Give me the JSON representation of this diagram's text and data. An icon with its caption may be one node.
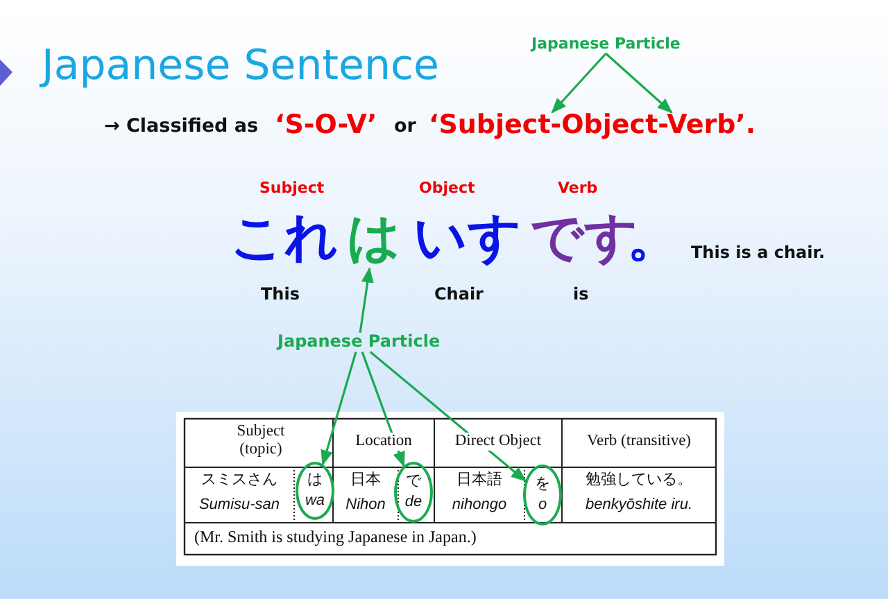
{
  "diagram": {
    "title": "Japanese Sentence",
    "nodes": [
      {
        "text": [
          "Japanese Particle"
        ]
      },
      {
        "text": [
          "‘Subject-Object-Verb’."
        ]
      },
      {
        "text": [
          "は"
        ]
      },
      {
        "text": [
          "Japanese Particle"
        ]
      },
      {
        "text": [
          "は",
          "wa"
        ]
      },
      {
        "text": [
          "で",
          "de"
        ]
      },
      {
        "text": [
          "を",
          "o"
        ]
      }
    ],
    "edges": [
      {
        "from": 0,
        "to": 1,
        "arrow": "to"
      },
      {
        "from": 0,
        "to": 1,
        "arrow": "to"
      },
      {
        "from": 3,
        "to": 2,
        "arrow": "to"
      },
      {
        "from": 3,
        "to": 4,
        "arrow": "to"
      },
      {
        "from": 3,
        "to": 5,
        "arrow": "to"
      },
      {
        "from": 3,
        "to": 6,
        "arrow": "to"
      }
    ],
    "labels": [
      "→ Classified as",
      "‘S-O-V’",
      "or",
      "Subject",
      "Object",
      "Verb",
      "これ",
      "いす",
      "です",
      "。",
      "This is a chair.",
      "This",
      "Chair",
      "is",
      "Subject (topic)",
      "Location",
      "Direct Object",
      "Verb (transitive)",
      "スミスさん",
      "日本",
      "日本語",
      "勉強している。",
      "Sumisu-san",
      "Nihon",
      "nihongo",
      "benkyōshite iru.",
      "(Mr. Smith is studying Japanese in Japan.)"
    ]
  }
}
